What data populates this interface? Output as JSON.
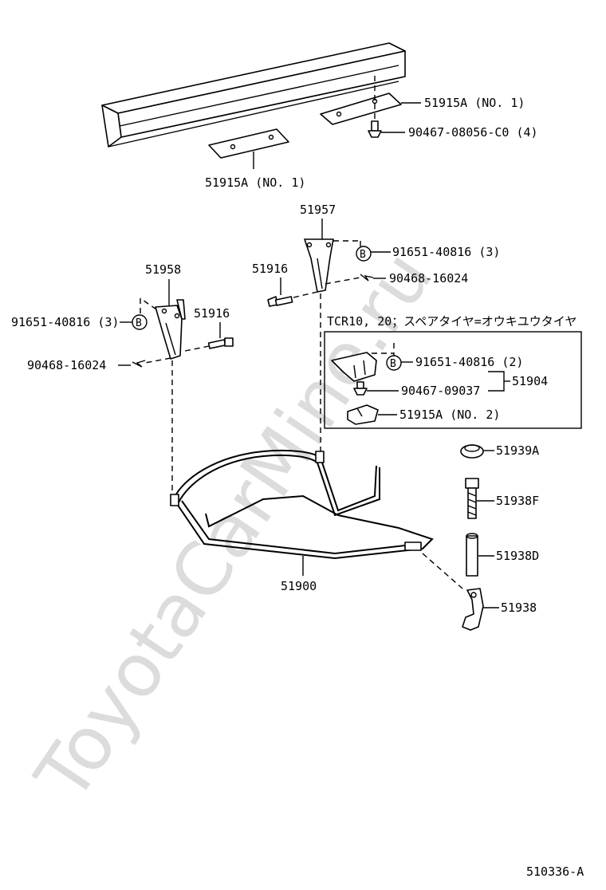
{
  "watermark": "ToyotaCarMine.ru",
  "diagram_code": "510336-A",
  "variant_note": "TCR10, 20；スペアタイヤ=オウキユウタイヤ",
  "b_marker": "B",
  "labels": {
    "crossmember_right": "51915A  (NO. 1)",
    "crossmember_bolt": "90467-08056-C0 (4)",
    "crossmember_left": "51915A (NO. 1)",
    "bracket_right": "51957",
    "bracket_right_bolt": "91651-40816 (3)",
    "bracket_right_pin": "90468-16024",
    "pin_right": "51916",
    "bracket_left": "51958",
    "bracket_left_bolt": "91651-40816 (3)",
    "pin_left": "51916",
    "bracket_left_pin": "90468-16024",
    "kit_bolt": "91651-40816 (2)",
    "kit_clip": "90467-09037",
    "kit_assembly": "51904",
    "kit_block": "51915A (NO. 2)",
    "cap": "51939A",
    "bolt": "51938F",
    "sleeve": "51938D",
    "hook": "51938",
    "carrier": "51900"
  }
}
